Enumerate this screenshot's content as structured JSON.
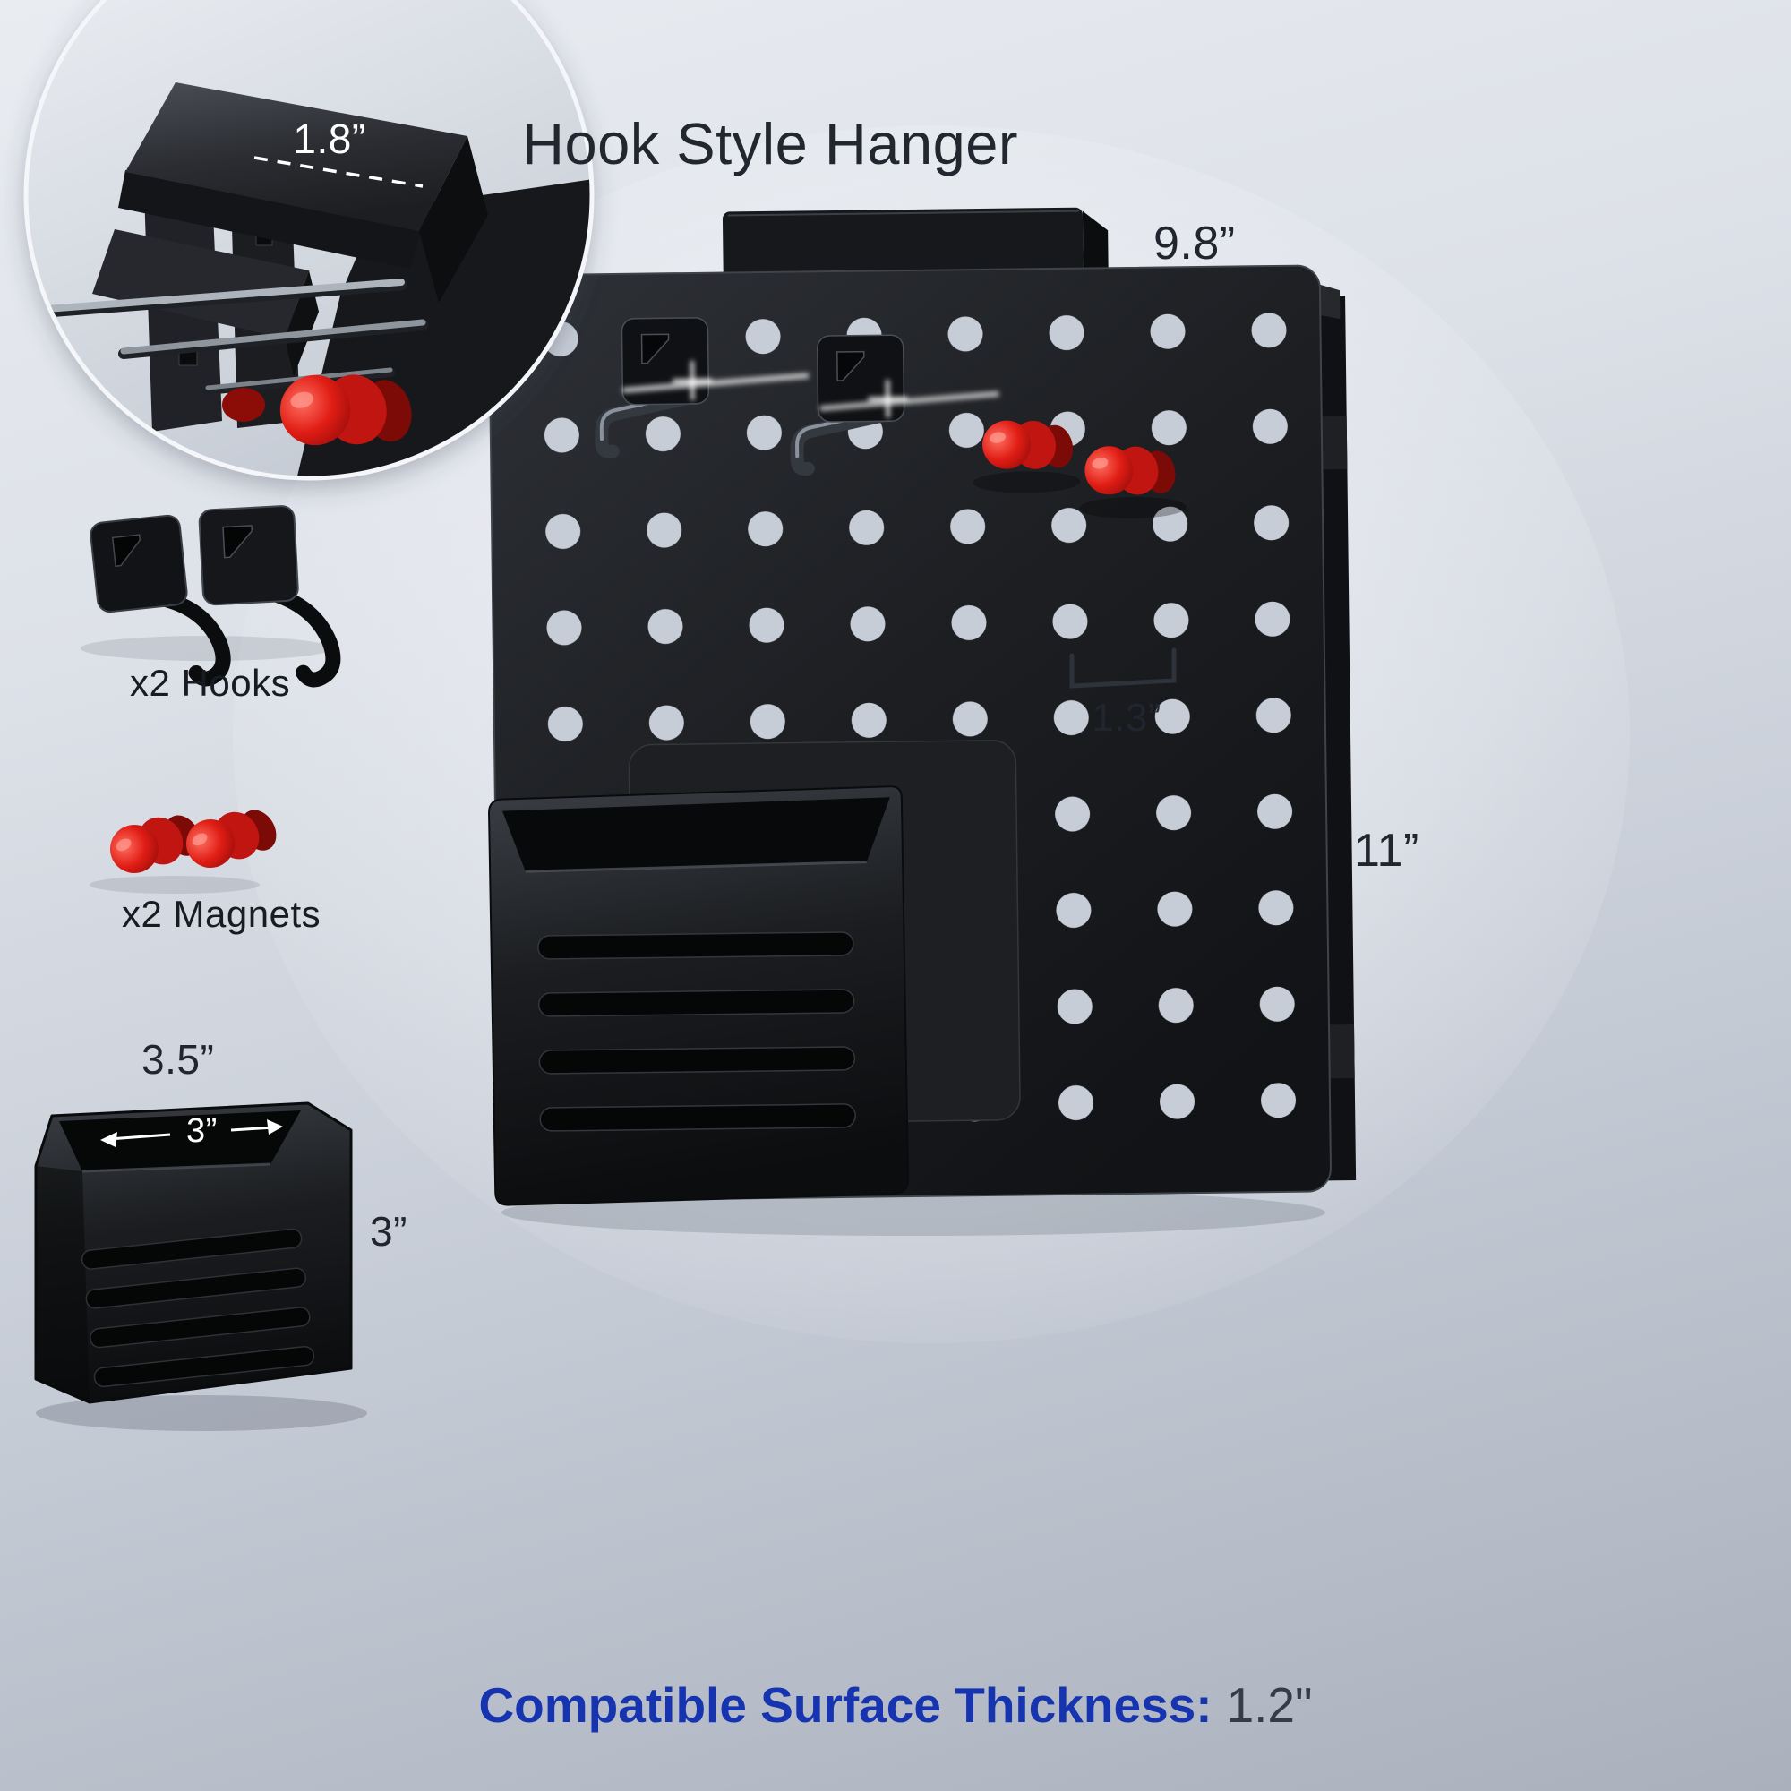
{
  "title": "Hook Style Hanger",
  "inset": {
    "shelf_width": "1.8”"
  },
  "dims": {
    "board_width": "9.8”",
    "board_height": "11”",
    "hole_spacing": "1.3”"
  },
  "kit": {
    "hooks": "x2 Hooks",
    "magnets": "x2 Magnets"
  },
  "bin_dims": {
    "width": "3.5”",
    "inner_width": "3”",
    "height": "3”"
  },
  "footer": {
    "label": "Compatible Surface Thickness:",
    "value": "1.2\""
  },
  "colors": {
    "accent_blue": "#1634b0",
    "magnet_red": "#d81710",
    "product_black": "#17181b"
  }
}
